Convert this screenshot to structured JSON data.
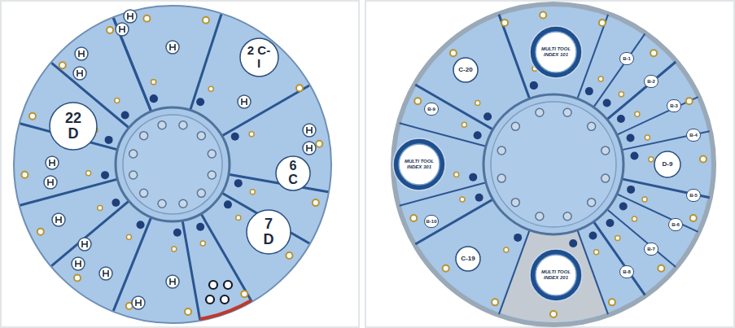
{
  "diagram": {
    "nodes": [
      {
        "text": [
          "2 C-I"
        ]
      },
      {
        "text": [
          "22 D"
        ]
      },
      {
        "text": [
          "6 C"
        ]
      },
      {
        "text": [
          "7 D"
        ]
      },
      {
        "text": [
          "MULTI TOOL INDEX 101"
        ]
      },
      {
        "text": [
          "C-20"
        ]
      },
      {
        "text": [
          "MULTI TOOL INDEX 301"
        ]
      },
      {
        "text": [
          "D-9"
        ]
      },
      {
        "text": [
          "C-19"
        ]
      },
      {
        "text": [
          "MULTI TOOL INDEX 201"
        ]
      }
    ],
    "labels": [
      "B-1",
      "B-2",
      "B-3",
      "B-4",
      "B-5",
      "B-6",
      "B-7",
      "B-8",
      "B-9",
      "B-10"
    ]
  }
}
